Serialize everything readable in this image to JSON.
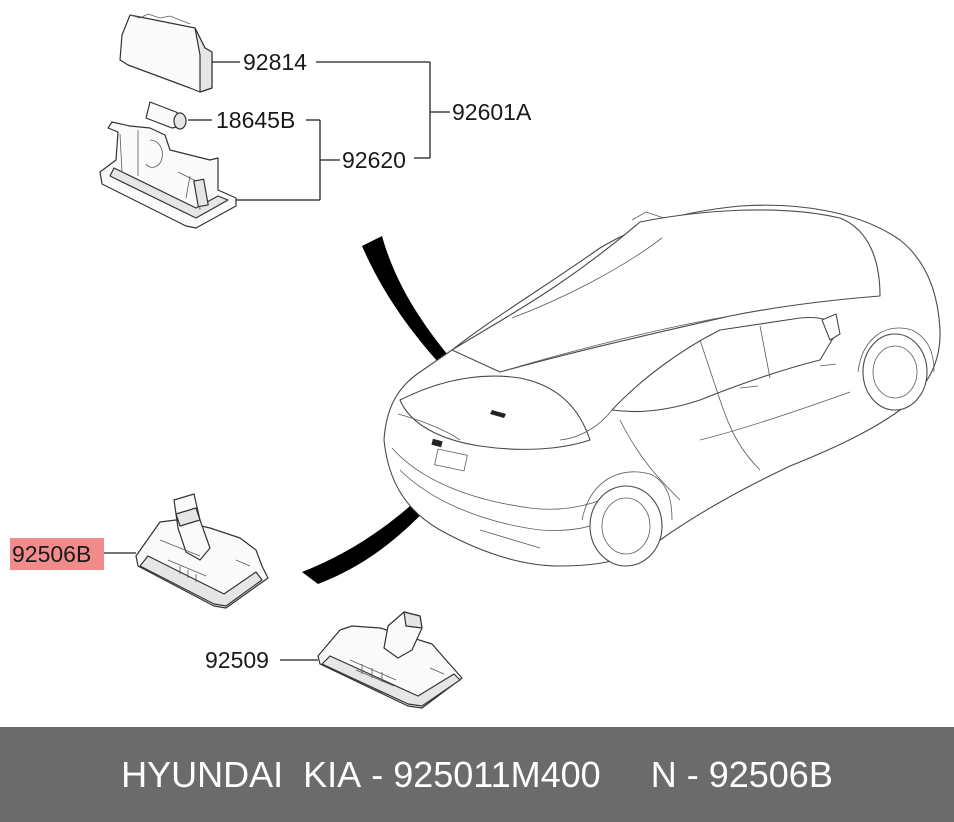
{
  "callouts": {
    "c92814": "92814",
    "c18645B": "18645B",
    "c92601A": "92601A",
    "c92620": "92620",
    "c92506B": "92506B",
    "c92509": "92509"
  },
  "highlight_color": "#f28b8b",
  "footer": {
    "brand": "HYUNDAI  KIA",
    "separator1": " - ",
    "part_number": "925011M400",
    "gap": "     ",
    "n_label": "N",
    "separator2": " - ",
    "n_value": "92506B"
  },
  "footer_color": "#6b6b6b"
}
